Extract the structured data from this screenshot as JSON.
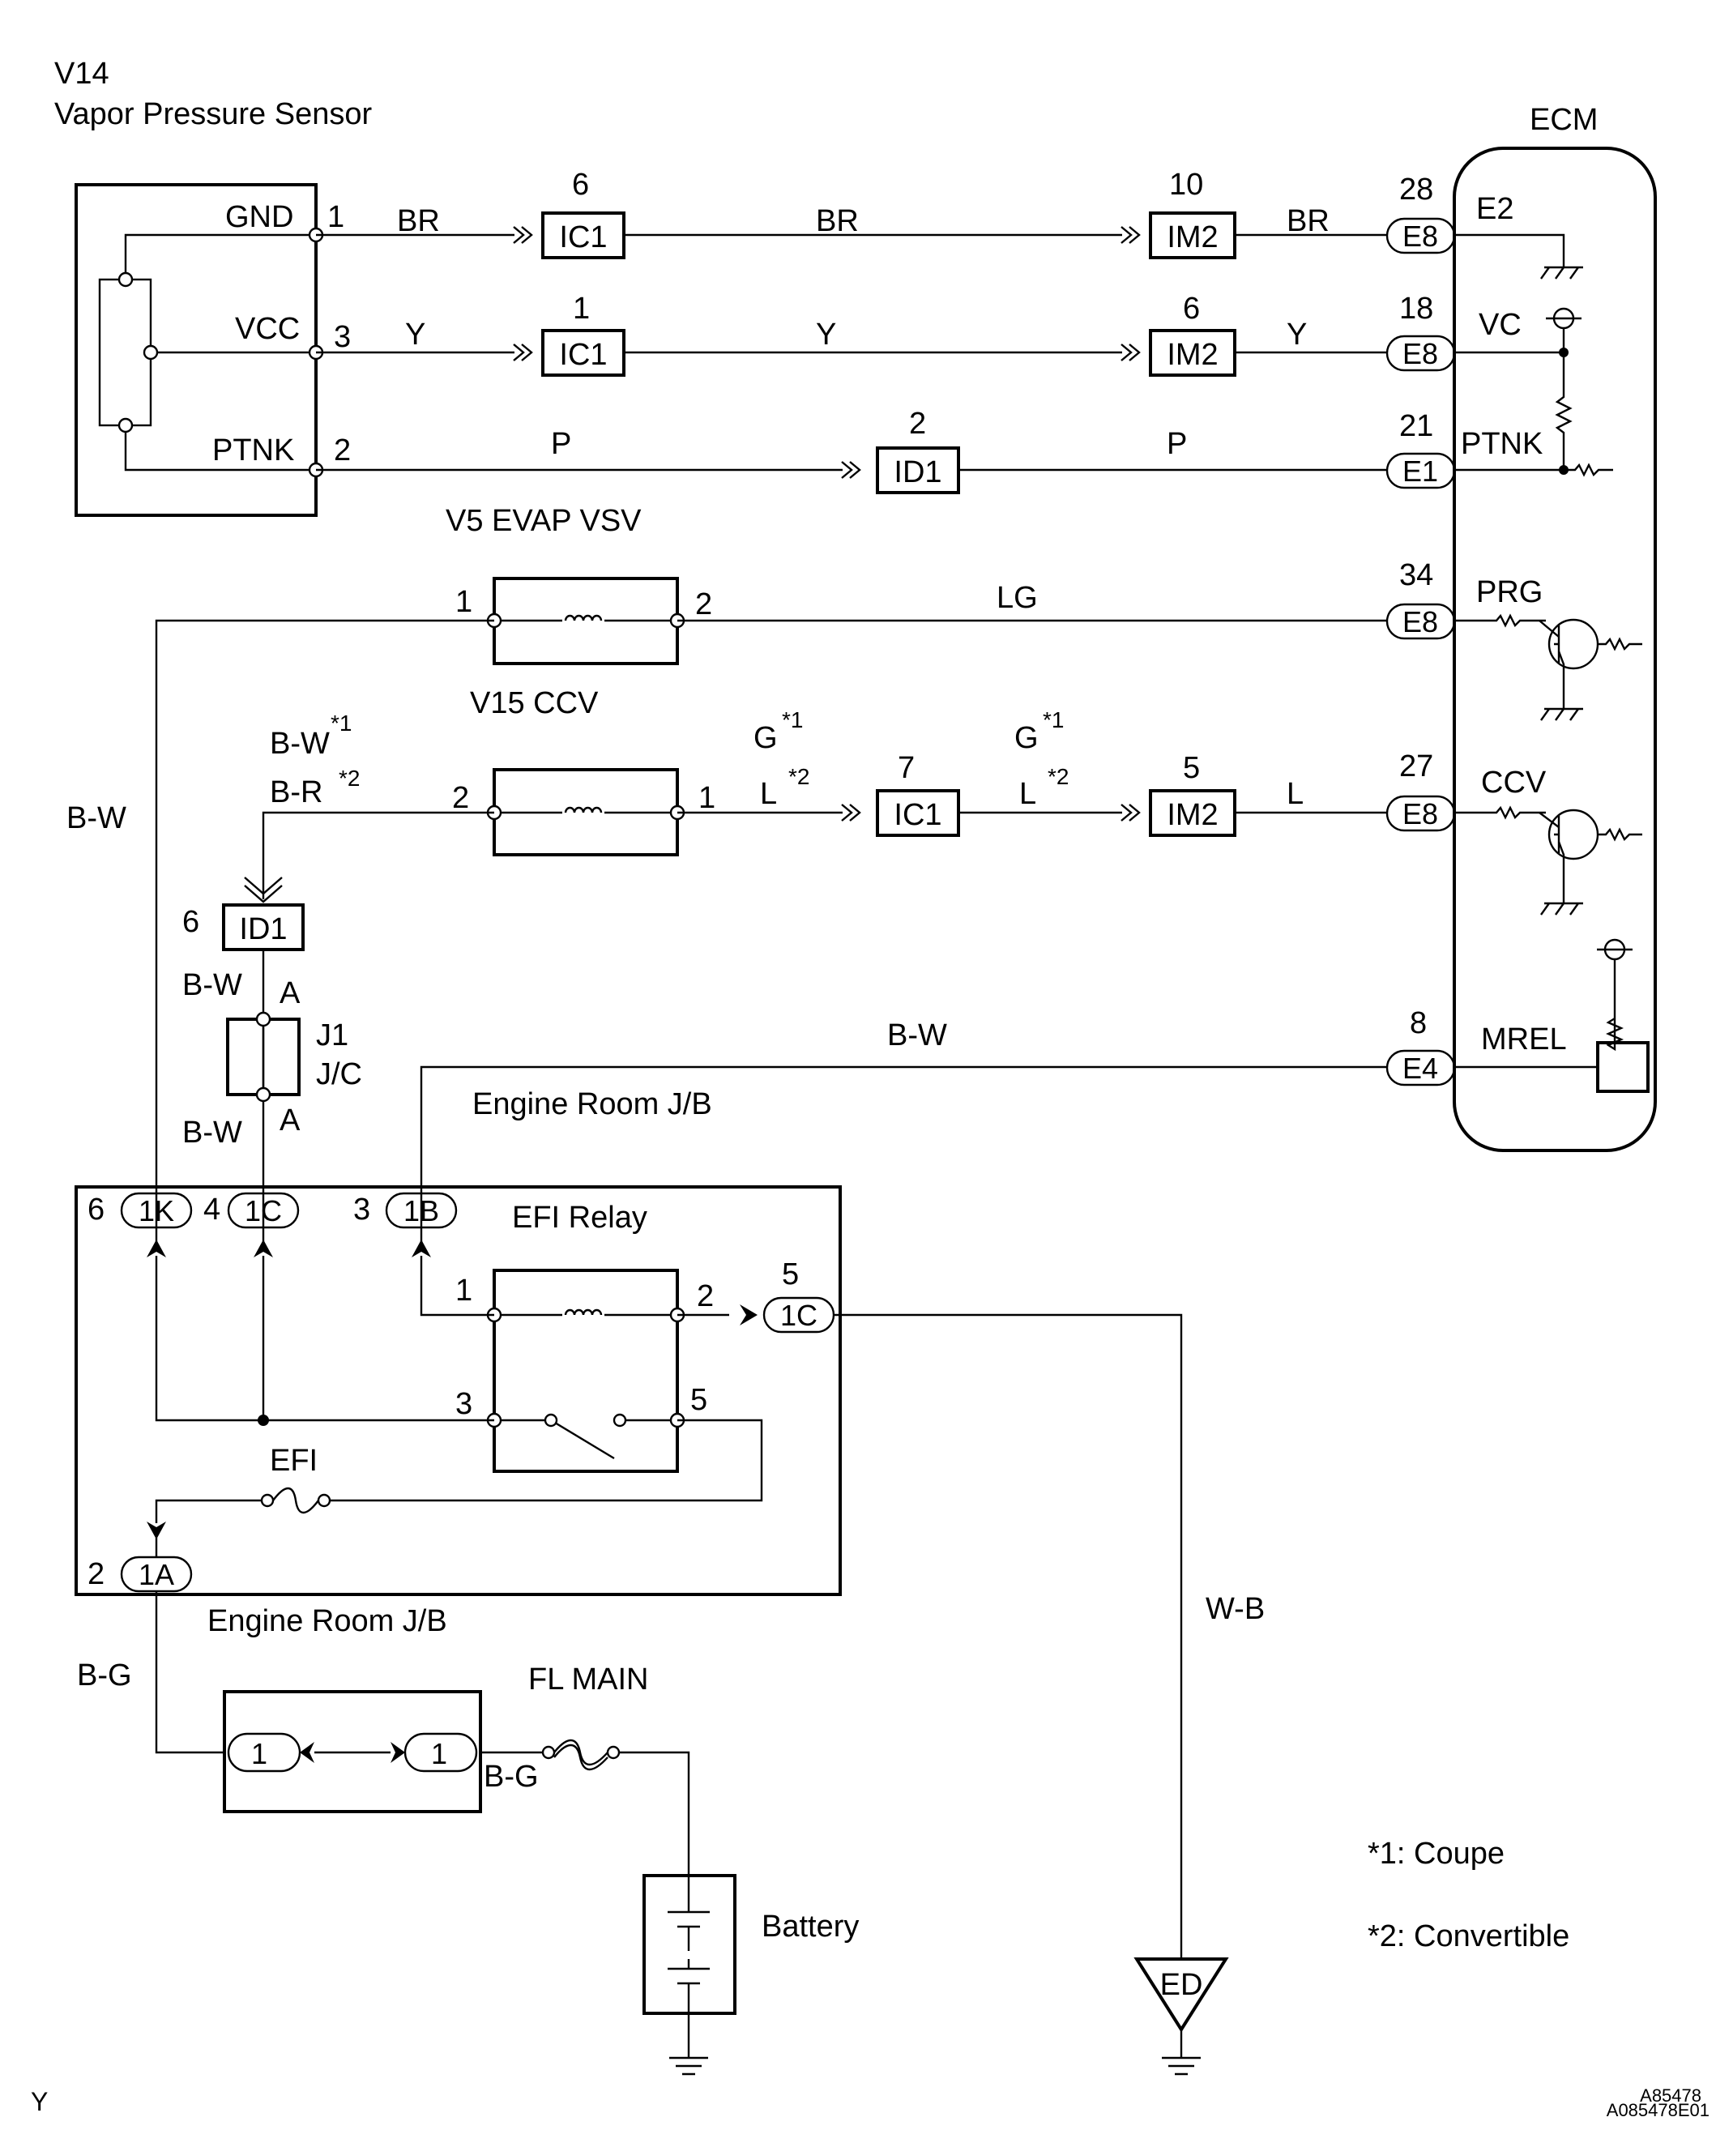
{
  "header": {
    "sensor_code": "V14",
    "sensor_name": "Vapor Pressure Sensor",
    "ecm": "ECM"
  },
  "sensor": {
    "gnd": "GND",
    "vcc": "VCC",
    "ptnk": "PTNK",
    "pin1": "1",
    "pin3": "3",
    "pin2": "2"
  },
  "wires": {
    "br": "BR",
    "y": "Y",
    "p": "P",
    "lg": "LG",
    "g": "G",
    "l": "L",
    "bw": "B-W",
    "br2": "B-R",
    "wb": "W-B",
    "bg": "B-G"
  },
  "sup": {
    "s1": "*1",
    "s2": "*2"
  },
  "connectors": {
    "ic1": "IC1",
    "im2": "IM2",
    "id1": "ID1",
    "e8": "E8",
    "e1": "E1",
    "e4": "E4",
    "c1k": "1K",
    "c1c": "1C",
    "c1b": "1B",
    "c1a": "1A",
    "c1": "1",
    "ed": "ED"
  },
  "pins": {
    "p6": "6",
    "p10": "10",
    "p28": "28",
    "p1": "1",
    "p18": "18",
    "p2": "2",
    "p21": "21",
    "p34": "34",
    "p7": "7",
    "p5": "5",
    "p27": "27",
    "p8": "8",
    "p4": "4",
    "p3": "3",
    "pA": "A"
  },
  "ecm_terminals": {
    "e2": "E2",
    "vc": "VC",
    "ptnk": "PTNK",
    "prg": "PRG",
    "ccv": "CCV",
    "mrel": "MREL"
  },
  "components": {
    "evap_vsv": "V5  EVAP VSV",
    "ccv": "V15 CCV",
    "j1": "J1",
    "jc": "J/C",
    "engine_room_jb": "Engine Room J/B",
    "efi_relay": "EFI Relay",
    "efi": "EFI",
    "fl_main": "FL MAIN",
    "battery": "Battery"
  },
  "notes": {
    "n1": "*1: Coupe",
    "n2": "*2: Convertible"
  },
  "footer": {
    "corner": "Y",
    "code_top": "A85478",
    "code_bottom": "A085478E01"
  }
}
